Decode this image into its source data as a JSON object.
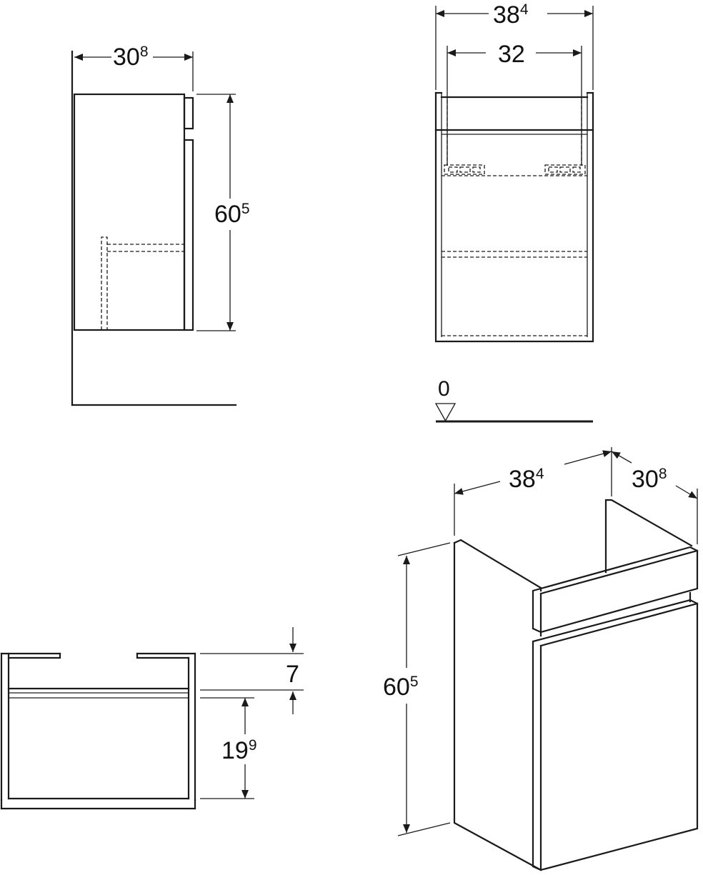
{
  "side_view": {
    "width_main": "30",
    "width_sup": "8",
    "height_main": "60",
    "height_sup": "5"
  },
  "front_view": {
    "outer_width_main": "38",
    "outer_width_sup": "4",
    "inner_width": "32",
    "floor_level": "0"
  },
  "top_section": {
    "top_height": "7",
    "inner_height_main": "19",
    "inner_height_sup": "9"
  },
  "iso_view": {
    "width_main": "38",
    "width_sup": "4",
    "depth_main": "30",
    "depth_sup": "8",
    "height_main": "60",
    "height_sup": "5"
  }
}
